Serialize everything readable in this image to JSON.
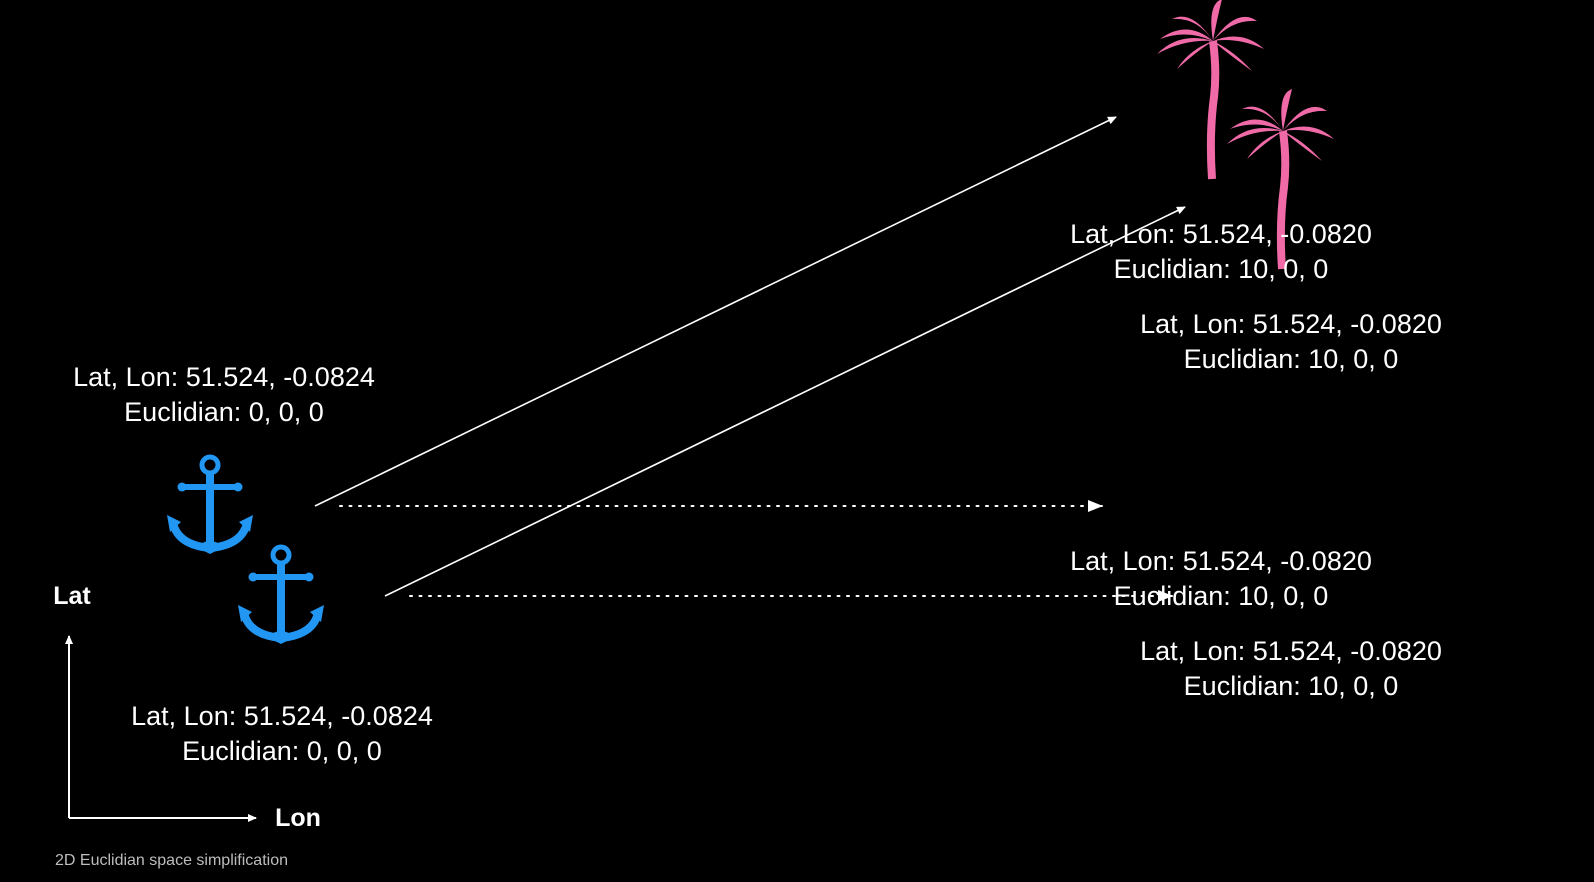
{
  "caption": "2D Euclidian space simplification",
  "axes": {
    "x_label": "Lon",
    "y_label": "Lat"
  },
  "colors": {
    "background": "#000000",
    "anchor": "#2196f3",
    "palm": "#f06aa8",
    "text": "#ffffff",
    "caption": "#bdbdbd"
  },
  "origins": [
    {
      "icon": "anchor-icon",
      "latlon": "Lat, Lon: 51.524, -0.0824",
      "euclid": "Euclidian: 0, 0, 0"
    },
    {
      "icon": "anchor-icon",
      "latlon": "Lat, Lon: 51.524, -0.0824",
      "euclid": "Euclidian: 0, 0, 0"
    }
  ],
  "destinations": [
    {
      "icon": "palm-tree-icon",
      "latlon": "Lat, Lon: 51.524, -0.0820",
      "euclid": "Euclidian: 10, 0, 0"
    },
    {
      "icon": "palm-tree-icon",
      "latlon": "Lat, Lon: 51.524, -0.0820",
      "euclid": "Euclidian: 10, 0, 0"
    },
    {
      "latlon": "Lat, Lon: 51.524, -0.0820",
      "euclid": "Euclidian: 10, 0, 0"
    },
    {
      "latlon": "Lat, Lon: 51.524, -0.0820",
      "euclid": "Euclidian: 10, 0, 0"
    }
  ]
}
